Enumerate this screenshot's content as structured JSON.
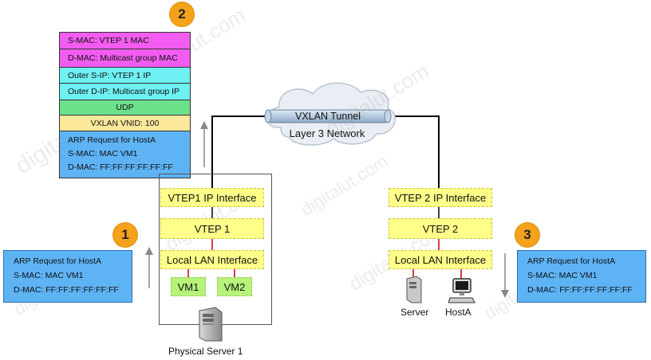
{
  "badges": [
    "2",
    "1",
    "3"
  ],
  "packet": {
    "rows": [
      "S-MAC: VTEP 1 MAC",
      "D-MAC: Multicast group MAC",
      "Outer S-IP: VTEP 1 IP",
      "Outer D-IP: Multicast group IP",
      "UDP",
      "VXLAN VNID: 100",
      "ARP Request for HostA",
      "S-MAC: MAC VM1",
      "D-MAC: FF:FF:FF:FF:FF:FF"
    ]
  },
  "cloud": {
    "tunnel_label": "VXLAN Tunnel",
    "network_label": "Layer 3 Network"
  },
  "left": {
    "vtep_ip": "VTEP1 IP Interface",
    "vtep": "VTEP 1",
    "lan": "Local LAN Interface",
    "vm1": "VM1",
    "vm2": "VM2",
    "server_label": "Physical Server 1"
  },
  "right": {
    "vtep_ip": "VTEP 2 IP Interface",
    "vtep": "VTEP 2",
    "lan": "Local LAN Interface",
    "server_label": "Server",
    "host_label": "HostA"
  },
  "arp_left": [
    "ARP Request for HostA",
    "S-MAC: MAC VM1",
    "D-MAC: FF:FF:FF:FF:FF:FF"
  ],
  "arp_right": [
    "ARP Request for HostA",
    "S-MAC: MAC VM1",
    "D-MAC: FF:FF:FF:FF:FF:FF"
  ],
  "watermark": "digitalut.com",
  "colors": {
    "badge": "#f4a11c",
    "mac_header": "#f25cf0",
    "ip_header": "#6ff0f2",
    "udp": "#6de08a",
    "vxlan": "#fbe89a",
    "arp_blue": "#5eb3f5",
    "interface_yellow": "#ffff8a",
    "vm_green": "#b7f27a"
  }
}
